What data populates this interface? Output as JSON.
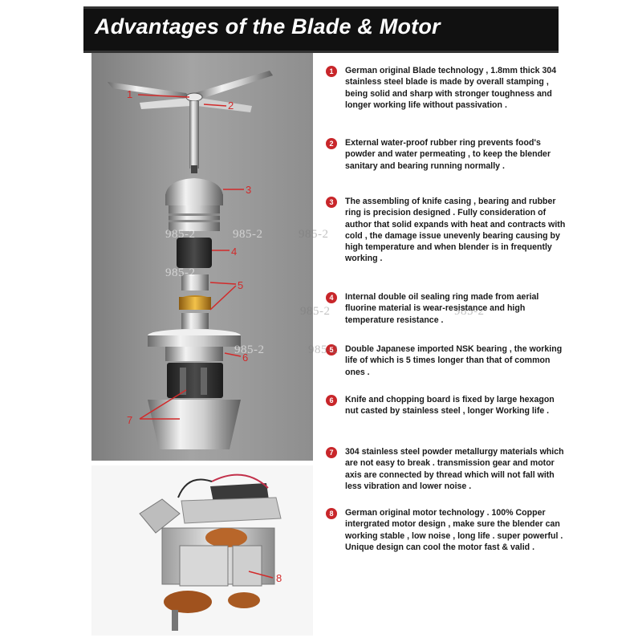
{
  "header": {
    "title": "Advantages of the Blade & Motor"
  },
  "features": [
    {
      "num": "1",
      "text": "German original Blade technology , 1.8mm thick 304 stainless steel blade is made by overall stamping , being solid and sharp with stronger toughness and longer working life without passivation ."
    },
    {
      "num": "2",
      "text": "External water-proof rubber ring prevents food's powder and water permeating , to keep the blender sanitary and bearing running normally ."
    },
    {
      "num": "3",
      "text": "The assembling of knife casing , bearing and rubber ring is precision designed . Fully consideration of author that solid expands with heat and contracts with cold , the damage issue unevenly bearing causing by high temperature and when blender is in frequently working ."
    },
    {
      "num": "4",
      "text": "Internal double oil sealing ring made from aerial fluorine material is wear-resistance and high temperature resistance ."
    },
    {
      "num": "5",
      "text": "Double Japanese imported NSK bearing , the working life of which is 5 times longer than that of common ones ."
    },
    {
      "num": "6",
      "text": "Knife and chopping board is fixed by large hexagon nut casted by stainless steel , longer Working life ."
    },
    {
      "num": "7",
      "text": "304 stainless steel powder metallurgy materials which are not easy to break . transmission gear and motor axis are connected by thread which will not fall with less vibration and lower noise ."
    },
    {
      "num": "8",
      "text": "German original motor technology . 100% Copper intergrated motor design , make sure the blender can working stable , low noise , long life . super powerful . Unique design can cool the motor fast & valid ."
    }
  ],
  "callouts": [
    "1",
    "2",
    "3",
    "4",
    "5",
    "6",
    "7",
    "8"
  ],
  "watermark": "985-2",
  "colors": {
    "badge": "#c8262a",
    "header_bg": "#111111",
    "callout": "#d22a2a"
  }
}
